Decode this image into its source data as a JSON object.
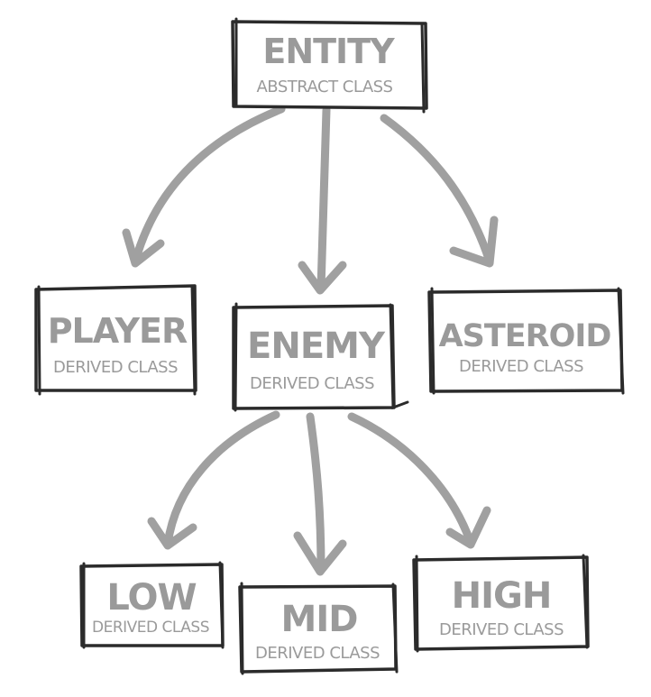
{
  "nodes": {
    "entity": {
      "title": "ENTITY",
      "subtitle": "ABSTRACT CLASS"
    },
    "player": {
      "title": "PLAYER",
      "subtitle": "DERIVED CLASS"
    },
    "enemy": {
      "title": "ENEMY",
      "subtitle": "DERIVED CLASS"
    },
    "asteroid": {
      "title": "ASTEROID",
      "subtitle": "DERIVED CLASS"
    },
    "low": {
      "title": "LOW",
      "subtitle": "DERIVED CLASS"
    },
    "mid": {
      "title": "MID",
      "subtitle": "DERIVED CLASS"
    },
    "high": {
      "title": "HIGH",
      "subtitle": "DERIVED CLASS"
    }
  },
  "edges": [
    {
      "from": "entity",
      "to": "player"
    },
    {
      "from": "entity",
      "to": "enemy"
    },
    {
      "from": "entity",
      "to": "asteroid"
    },
    {
      "from": "enemy",
      "to": "low"
    },
    {
      "from": "enemy",
      "to": "mid"
    },
    {
      "from": "enemy",
      "to": "high"
    }
  ],
  "colors": {
    "box_stroke": "#2b2b2b",
    "arrow": "#a0a0a0",
    "text": "#9a9a9a",
    "background": "#ffffff"
  }
}
